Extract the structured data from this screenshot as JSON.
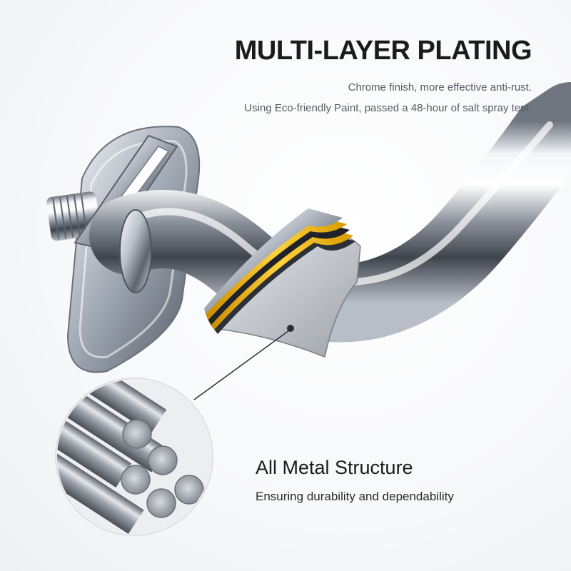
{
  "header": {
    "title": "MULTI-LAYER PLATING",
    "line1": "Chrome finish, more effective anti-rust.",
    "line2": "Using Eco-friendly Paint, passed a 48-hour of salt spray test."
  },
  "feature": {
    "title": "All Metal Structure",
    "description": "Ensuring durability and dependability"
  },
  "colors": {
    "chrome": "#c9ced6",
    "gold_layer": "#f0b400",
    "text": "#1b1b1b"
  }
}
